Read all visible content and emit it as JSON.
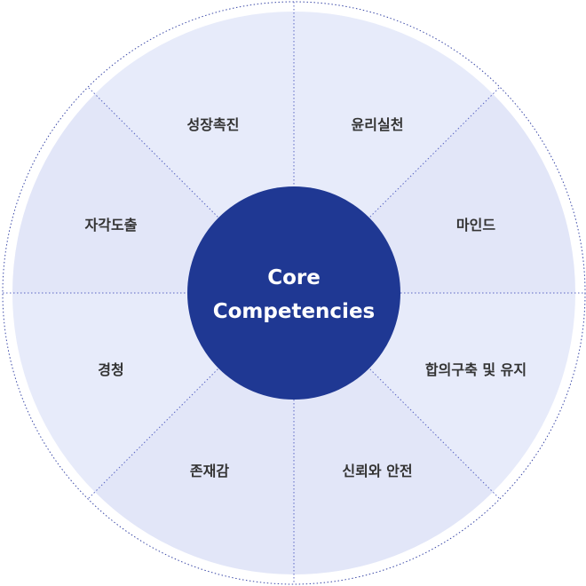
{
  "center": {
    "line1": "Core",
    "line2": "Competencies"
  },
  "segments": [
    {
      "label": "성장촉진"
    },
    {
      "label": "윤리실천"
    },
    {
      "label": "자각도출"
    },
    {
      "label": "마인드"
    },
    {
      "label": "경청"
    },
    {
      "label": "합의구축 및 유지"
    },
    {
      "label": "존재감"
    },
    {
      "label": "신뢰와 안전"
    }
  ],
  "colors": {
    "outer_ring_line": "#3c4aa8",
    "wedge_light": "#e7ebfa",
    "wedge_alt": "#e2e6f8",
    "divider": "#5b67c4",
    "center_fill": "#1f3893",
    "center_text": "#ffffff",
    "label_text": "#333333"
  }
}
